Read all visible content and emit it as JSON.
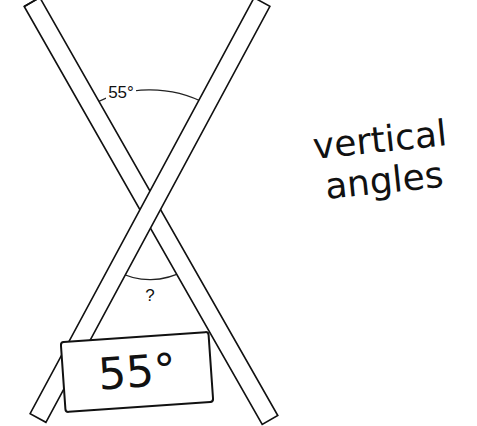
{
  "diagram": {
    "nodes": [
      {
        "text": [
          "55°"
        ]
      }
    ],
    "labels": [
      "55°",
      "?",
      "vertical angles"
    ]
  }
}
